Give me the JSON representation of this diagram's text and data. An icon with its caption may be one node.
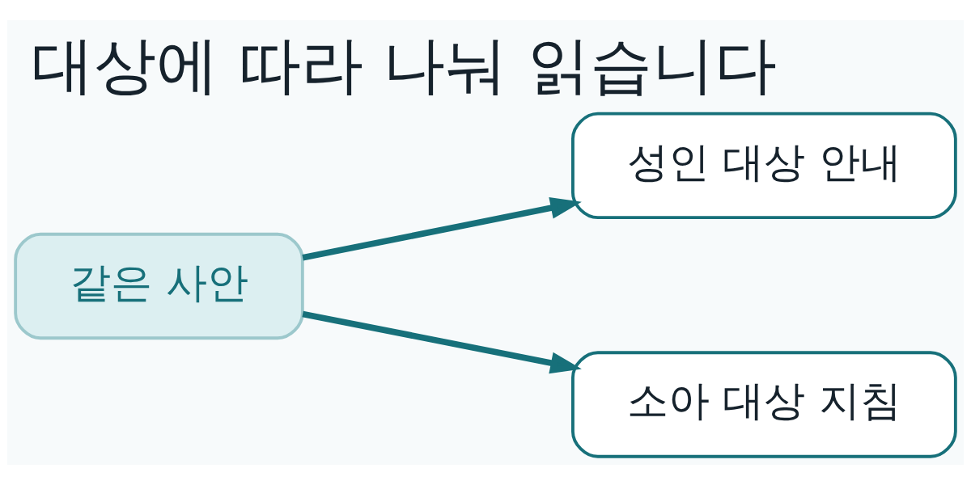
{
  "diagram": {
    "title": "대상에 따라 나눠 읽습니다",
    "nodes": [
      {
        "text": [
          "같은 사안"
        ]
      },
      {
        "text": [
          "성인 대상 안내"
        ]
      },
      {
        "text": [
          "소아 대상 지침"
        ]
      }
    ],
    "edges": [
      {
        "from": 0,
        "to": 1,
        "arrow": "to"
      },
      {
        "from": 0,
        "to": 2,
        "arrow": "to"
      }
    ]
  }
}
